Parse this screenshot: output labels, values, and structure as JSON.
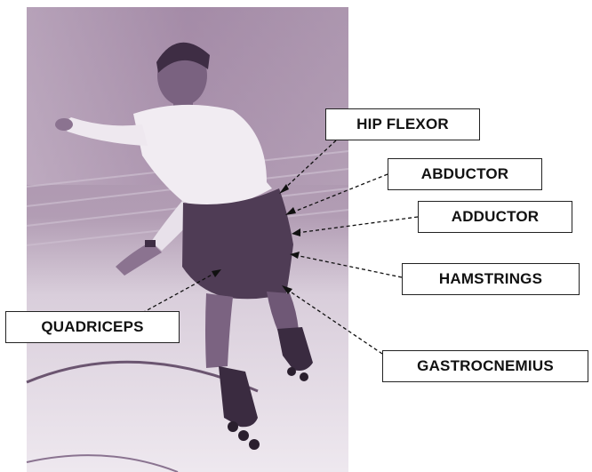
{
  "figure": {
    "photo_subject": "inline skater striding on an indoor court",
    "palette": {
      "background": "#a58aa6",
      "shadow": "#5c4660",
      "highlight": "#ece6ee",
      "floor": "#ddd1de",
      "label_border": "#222222",
      "label_text": "#111111"
    }
  },
  "labels": {
    "hip_flexor": "HIP FLEXOR",
    "abductor": "ABDUCTOR",
    "adductor": "ADDUCTOR",
    "hamstrings": "HAMSTRINGS",
    "quadriceps": "QUADRICEPS",
    "gastrocnemius": "GASTROCNEMIUS"
  }
}
